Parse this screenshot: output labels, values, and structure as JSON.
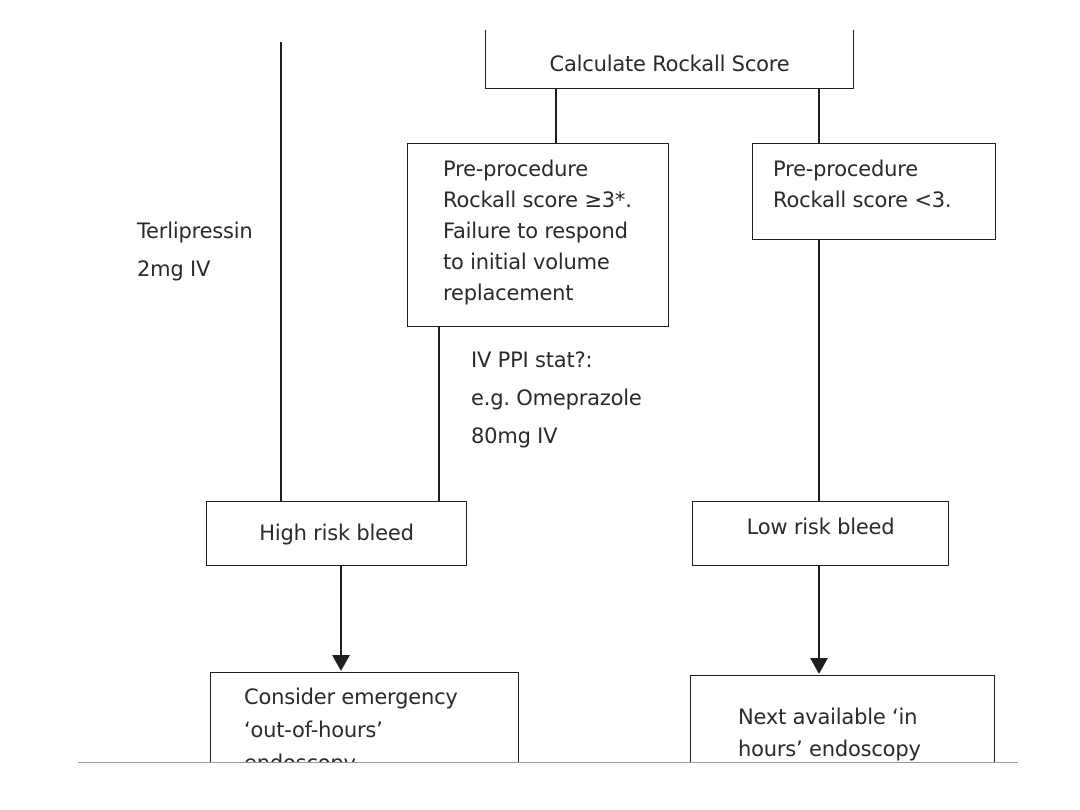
{
  "flowchart": {
    "calc_rockall": "Calculate Rockall Score",
    "high_score_box": [
      "Pre-procedure",
      "Rockall score ≥3*.",
      "Failure to respond",
      "to initial volume",
      "replacement"
    ],
    "low_score_box": [
      "Pre-procedure",
      "Rockall score <3."
    ],
    "terlipressin": [
      "Terlipressin",
      "2mg IV"
    ],
    "ppi": [
      "IV PPI stat?:",
      "e.g. Omeprazole",
      "80mg IV"
    ],
    "high_risk": "High risk bleed",
    "low_risk": "Low risk bleed",
    "emergency_box": [
      "Consider emergency",
      "‘out-of-hours’",
      "endoscopy"
    ],
    "in_hours_box": [
      "Next available ‘in",
      "hours’ endoscopy"
    ]
  }
}
